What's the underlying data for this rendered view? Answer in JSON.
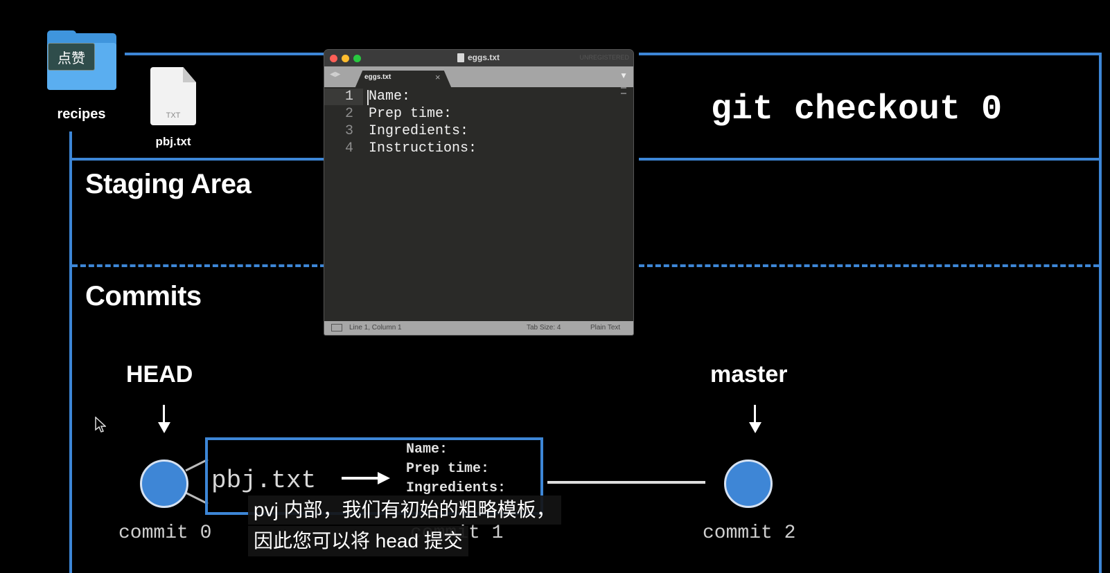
{
  "desktop": {
    "folder_label": "recipes",
    "like_badge": "点赞",
    "file_name": "pbj.txt",
    "file_ext": "TXT"
  },
  "diagram": {
    "command": "git checkout 0",
    "staging_title": "Staging Area",
    "commits_title": "Commits",
    "head_label": "HEAD",
    "master_label": "master",
    "commit0": "commit 0",
    "commit1": "commit 1",
    "commit2": "commit 2",
    "box_file": "pbj.txt",
    "box_lines": [
      "Name:",
      "Prep time:",
      "Ingredients:"
    ]
  },
  "editor": {
    "window_title": "eggs.txt",
    "registration": "UNREGISTERED",
    "tab_label": "eggs.txt",
    "tab_close": "×",
    "line_numbers": [
      "1",
      "2",
      "3",
      "4"
    ],
    "lines": [
      "Name:",
      "Prep time:",
      "Ingredients:",
      "Instructions:"
    ],
    "status_position": "Line 1, Column 1",
    "status_tab_size": "Tab Size: 4",
    "status_syntax": "Plain Text"
  },
  "subtitles": {
    "line1": "pvj 内部，我们有初始的粗略模板，",
    "line2": "因此您可以将 head 提交"
  },
  "colors": {
    "accent": "#3d86d6",
    "background": "#000000"
  }
}
